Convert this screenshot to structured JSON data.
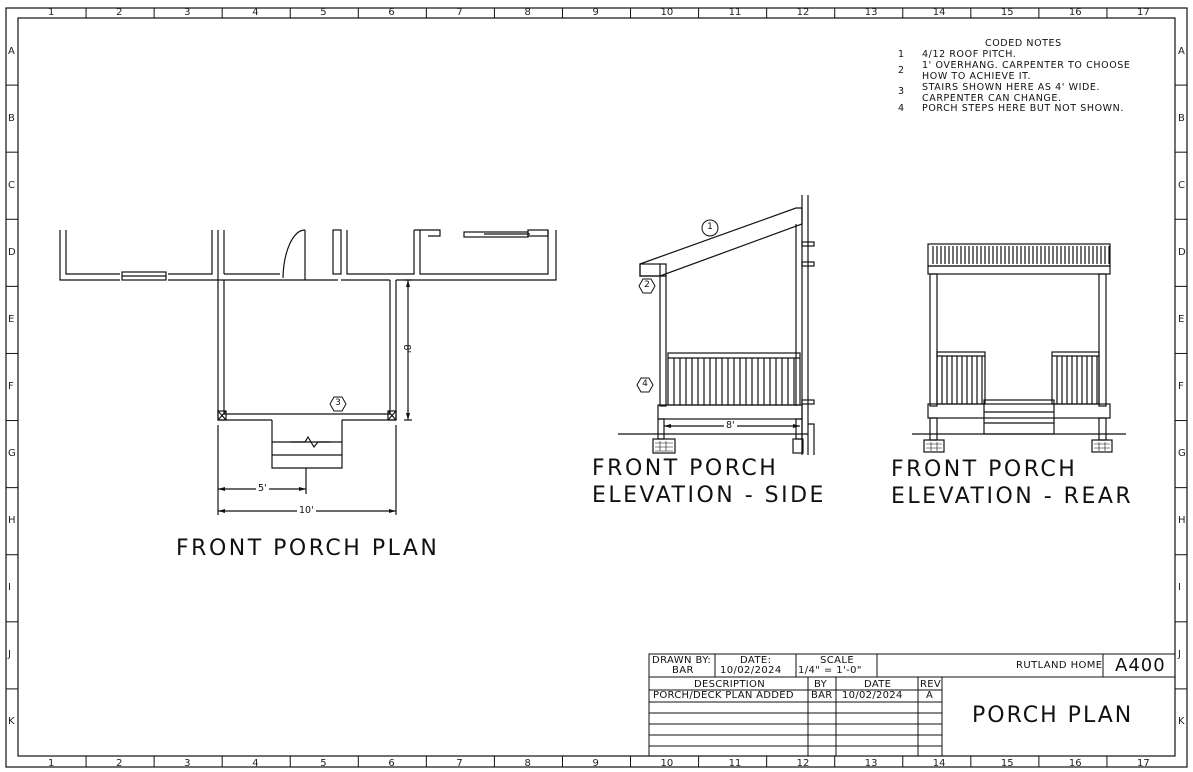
{
  "grid": {
    "columns": [
      "1",
      "2",
      "3",
      "4",
      "5",
      "6",
      "7",
      "8",
      "9",
      "10",
      "11",
      "12",
      "13",
      "14",
      "15",
      "16",
      "17"
    ],
    "rows": [
      "A",
      "B",
      "C",
      "D",
      "E",
      "F",
      "G",
      "H",
      "I",
      "J",
      "K"
    ]
  },
  "coded_notes": {
    "title": "CODED NOTES",
    "items": [
      {
        "num": "1",
        "lines": [
          "4/12 ROOF PITCH."
        ]
      },
      {
        "num": "2",
        "lines": [
          "1' OVERHANG. CARPENTER TO CHOOSE",
          "HOW TO ACHIEVE IT."
        ]
      },
      {
        "num": "3",
        "lines": [
          "STAIRS SHOWN HERE AS 4' WIDE.",
          "CARPENTER CAN CHANGE."
        ]
      },
      {
        "num": "4",
        "lines": [
          "PORCH STEPS HERE BUT NOT SHOWN."
        ]
      }
    ]
  },
  "plan": {
    "title": "FRONT PORCH PLAN",
    "dim_8": "8'",
    "dim_5": "5'",
    "dim_10": "10'",
    "tag_3": "3"
  },
  "side": {
    "title_line1": "FRONT PORCH",
    "title_line2": "ELEVATION - SIDE",
    "dim_8": "8'",
    "tag_1": "1",
    "tag_2": "2",
    "tag_4": "4"
  },
  "rear": {
    "title_line1": "FRONT PORCH",
    "title_line2": "ELEVATION - REAR"
  },
  "title_block": {
    "drawn_by_label": "DRAWN BY:",
    "drawn_by": "BAR",
    "date_label": "DATE:",
    "date": "10/02/2024",
    "scale_label": "SCALE",
    "scale": "1/4\" = 1'-0\"",
    "project": "RUTLAND HOME",
    "sheet_number": "A400",
    "rev_headers": {
      "description": "DESCRIPTION",
      "by": "BY",
      "date": "DATE",
      "rev": "REV"
    },
    "revisions": [
      {
        "description": "PORCH/DECK PLAN ADDED",
        "by": "BAR",
        "date": "10/02/2024",
        "rev": "A"
      }
    ],
    "sheet_title": "PORCH PLAN"
  }
}
